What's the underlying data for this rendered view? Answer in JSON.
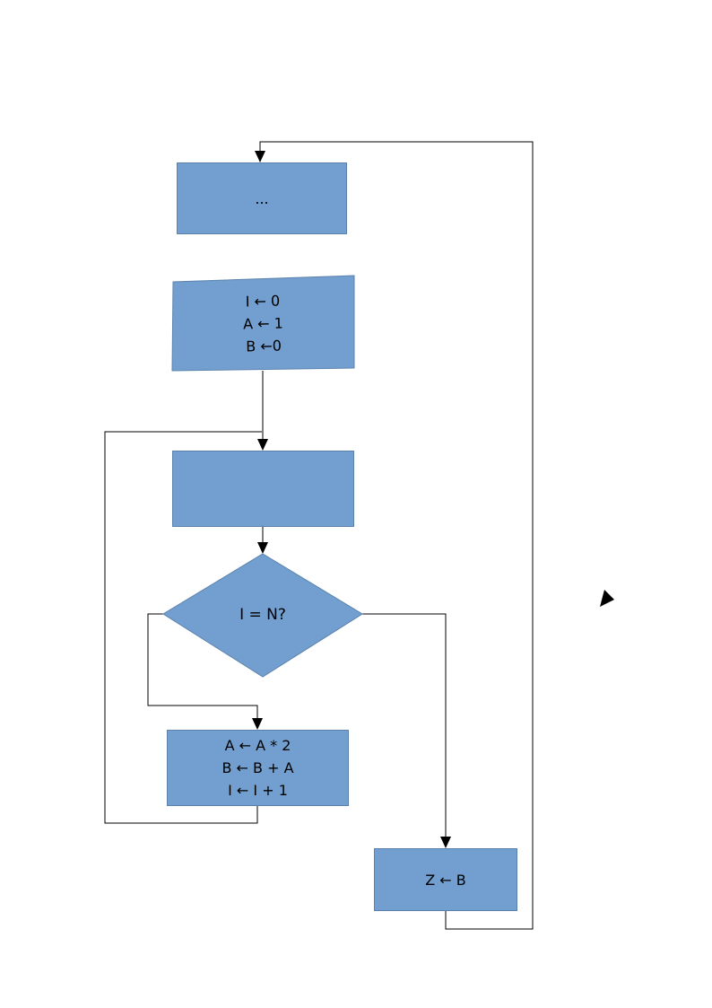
{
  "colors": {
    "node_fill": "#729fcf",
    "node_border": "#5b82ad",
    "connector": "#000000",
    "text": "#000000",
    "page_bg": "#ffffff"
  },
  "nodes": {
    "start": {
      "label": "..."
    },
    "init": {
      "lines": [
        "I ← 0",
        "A ← 1",
        "B ←0"
      ]
    },
    "process_empty": {
      "label": ""
    },
    "decision": {
      "label": "I = N?"
    },
    "loop_body": {
      "lines": [
        "A ← A * 2",
        "B ← B + A",
        "I ← I + 1"
      ]
    },
    "output": {
      "label": "Z ← B"
    }
  }
}
